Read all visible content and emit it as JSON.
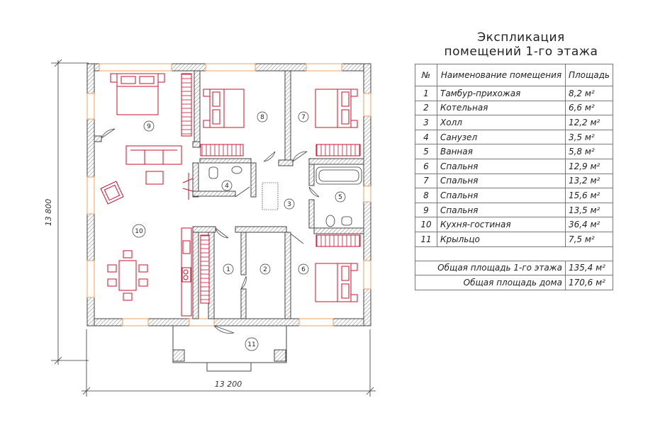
{
  "title_line1": "Экспликация",
  "title_line2": "помещений 1-го этажа",
  "table": {
    "headers": [
      "№",
      "Наименование помещения",
      "Площадь"
    ],
    "rows": [
      {
        "num": "1",
        "name": "Тамбур-прихожая",
        "area": "8,2 м²"
      },
      {
        "num": "2",
        "name": "Котельная",
        "area": "6,6 м²"
      },
      {
        "num": "3",
        "name": "Холл",
        "area": "12,2 м²"
      },
      {
        "num": "4",
        "name": "Санузел",
        "area": "3,5 м²"
      },
      {
        "num": "5",
        "name": "Ванная",
        "area": "5,8 м²"
      },
      {
        "num": "6",
        "name": "Спальня",
        "area": "12,9 м²"
      },
      {
        "num": "7",
        "name": "Спальня",
        "area": "13,2 м²"
      },
      {
        "num": "8",
        "name": "Спальня",
        "area": "15,6 м²"
      },
      {
        "num": "9",
        "name": "Спальня",
        "area": "13,5 м²"
      },
      {
        "num": "10",
        "name": "Кухня-гостиная",
        "area": "36,4 м²"
      },
      {
        "num": "11",
        "name": "Крыльцо",
        "area": "7,5 м²"
      }
    ],
    "total_floor_label": "Общая площадь 1-го этажа",
    "total_floor_value": "135,4 м²",
    "total_house_label": "Общая площадь дома",
    "total_house_value": "170,6 м²"
  },
  "dimensions": {
    "width_label": "13 200",
    "height_label": "13 800"
  },
  "room_labels": [
    "1",
    "2",
    "3",
    "4",
    "5",
    "6",
    "7",
    "8",
    "9",
    "10",
    "11"
  ],
  "colors": {
    "wall": "#555555",
    "hatch": "#9a9a9a",
    "furniture": "#c8102e",
    "window": "#f0a060",
    "line": "#333333"
  }
}
